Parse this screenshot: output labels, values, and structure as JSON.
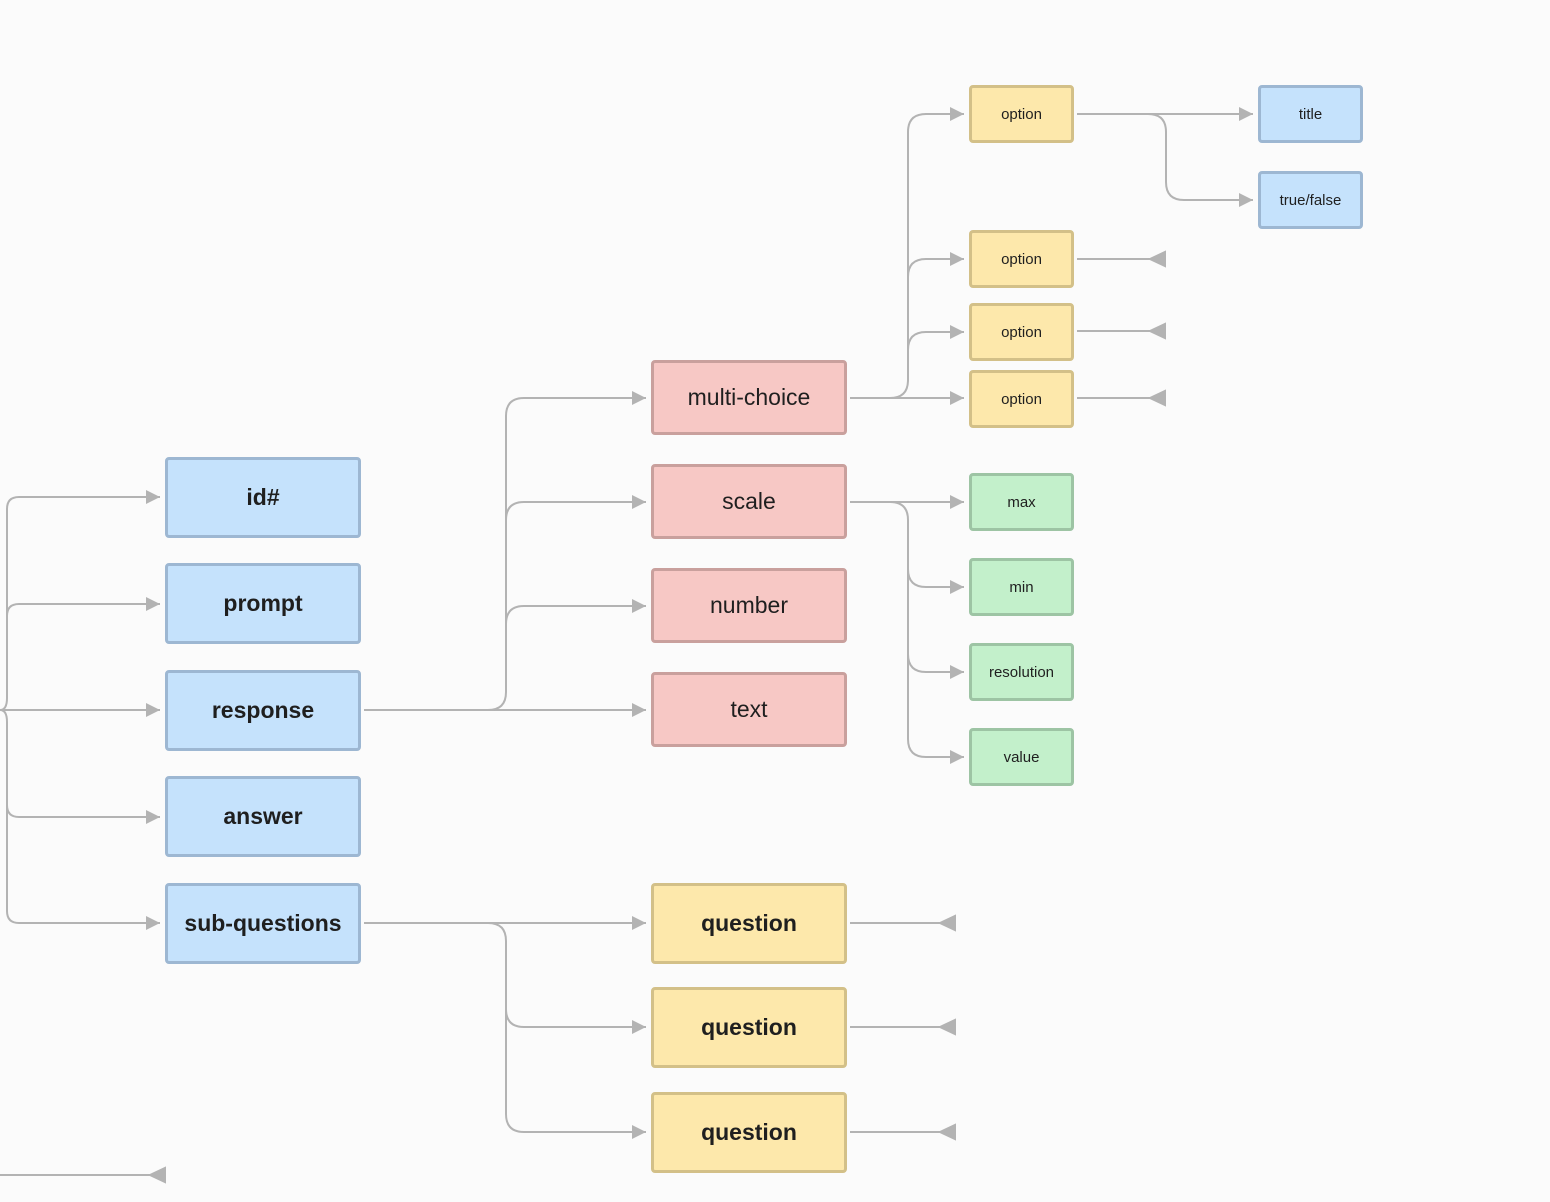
{
  "colors": {
    "blue_fill": "#c5e2fc",
    "red_fill": "#f7c8c5",
    "yellow_fill": "#fde8ab",
    "green_fill": "#c3f0cb",
    "connector": "#b3b3b3",
    "background": "#fbfbfb"
  },
  "fields": {
    "id": "id#",
    "prompt": "prompt",
    "response": "response",
    "answer": "answer",
    "sub_questions": "sub-questions"
  },
  "response_types": {
    "multi_choice": "multi-choice",
    "scale": "scale",
    "number": "number",
    "text": "text"
  },
  "sub_questions": [
    "question",
    "question",
    "question"
  ],
  "options": [
    "option",
    "option",
    "option",
    "option"
  ],
  "option_fields": {
    "title": "title",
    "true_false": "true/false"
  },
  "scale_fields": {
    "max": "max",
    "min": "min",
    "resolution": "resolution",
    "value": "value"
  }
}
